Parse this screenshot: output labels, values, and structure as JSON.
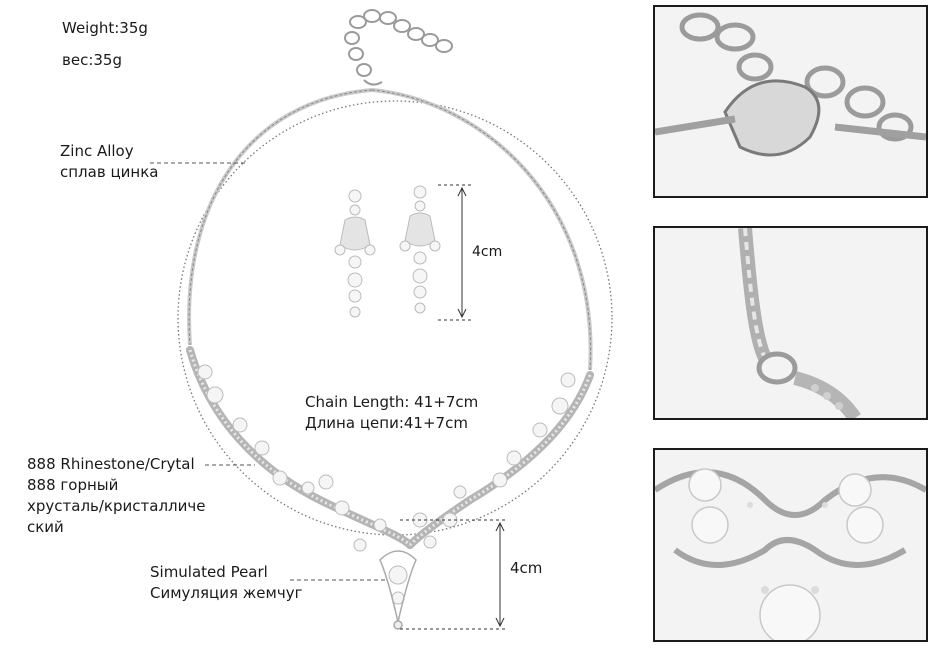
{
  "specs": {
    "weight_en": "Weight:35g",
    "weight_ru": "вес:35g"
  },
  "labels": {
    "zinc_en": "Zinc Alloy",
    "zinc_ru": "сплав цинка",
    "rhinestone_line1": "888 Rhinestone/Crytal",
    "rhinestone_line2": "888 горный",
    "rhinestone_line3": "хрусталь/кристалличе",
    "rhinestone_line4": "ский",
    "pearl_en": "Simulated Pearl",
    "pearl_ru": "Симуляция жемчуг",
    "chain_en": "Chain Length: 41+7cm",
    "chain_ru": "Длина цепи:41+7cm",
    "earring_len": "4cm",
    "pendant_len": "4cm"
  },
  "detail_panels": [
    "clasp-detail",
    "chain-link-detail",
    "pearl-cluster-detail"
  ]
}
